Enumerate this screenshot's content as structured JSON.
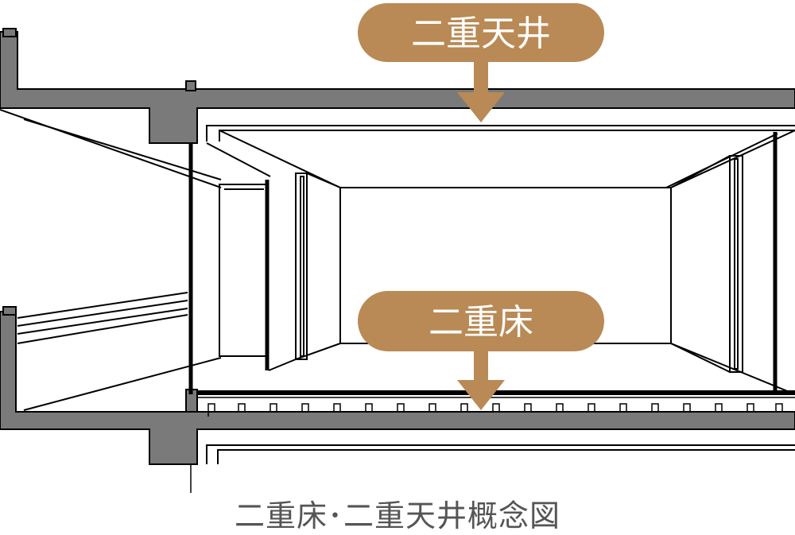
{
  "labels": {
    "ceiling": "二重天井",
    "floor": "二重床"
  },
  "caption": "二重床･二重天井概念図",
  "colors": {
    "slab": "#7a7a7a",
    "label_bg": "#b98a55",
    "label_text": "#ffffff",
    "line": "#000000",
    "caption": "#555555"
  }
}
